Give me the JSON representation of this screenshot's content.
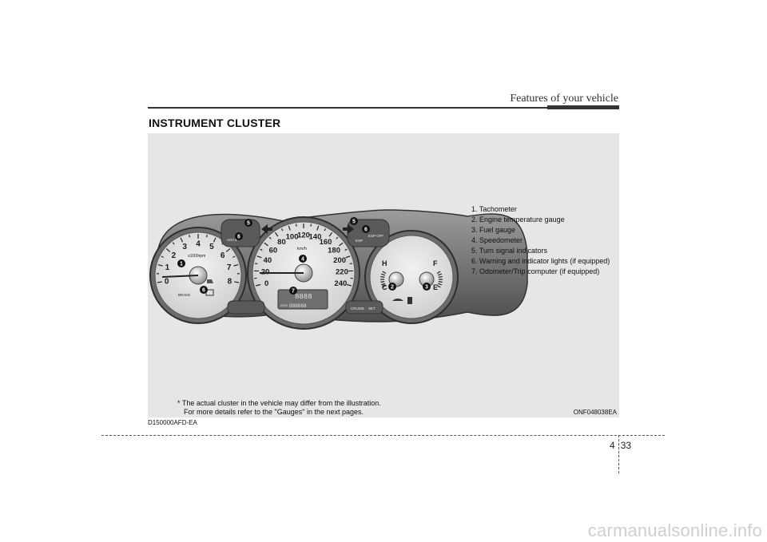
{
  "header": {
    "title": "Features of your vehicle"
  },
  "section": {
    "title": "INSTRUMENT CLUSTER"
  },
  "figure": {
    "legend": [
      "1. Tachometer",
      "2. Engine temperature gauge",
      "3. Fuel gauge",
      "4. Speedometer",
      "5. Turn signal indicators",
      "6. Warning and indicator lights (if equipped)",
      "7. Odometer/Trip computer (if equipped)"
    ],
    "footnote_line1": "* The actual cluster in the vehicle may differ from the illustration.",
    "footnote_line2": "For more details refer to the \"Gauges\" in the next pages.",
    "figure_code": "ONF048038EA",
    "cluster": {
      "tach_numbers": [
        "0",
        "1",
        "2",
        "3",
        "4",
        "5",
        "6",
        "7",
        "8"
      ],
      "tach_unit": "x1000rpm",
      "speed_numbers": [
        "0",
        "20",
        "40",
        "60",
        "80",
        "100",
        "120",
        "140",
        "160",
        "180",
        "200",
        "220",
        "240"
      ],
      "speed_unit": "km/h",
      "temp_labels": {
        "hot": "H",
        "cold": "C"
      },
      "fuel_labels": {
        "full": "F",
        "empty": "E"
      },
      "callouts": {
        "tachometer": "1",
        "temperature": "2",
        "fuel": "3",
        "speedometer": "4",
        "turn_left": "5",
        "turn_right": "5",
        "warn_left": "6",
        "warn_right": "6",
        "warn_low": "6",
        "odometer": "7"
      },
      "text_labels": {
        "brake": "BRAKE",
        "esp": "ESP",
        "esp_off": "ESP OFF",
        "cruise": "CRUISE",
        "set": "SET",
        "odo": "ODO",
        "lcd_digits": "8888",
        "odo_digits": "888888",
        "agcs": "AGCS"
      }
    }
  },
  "doc_code": "D150000AFD-EA",
  "page": {
    "chapter": "4",
    "number": "33"
  },
  "watermark": "carmanualsonline.info"
}
